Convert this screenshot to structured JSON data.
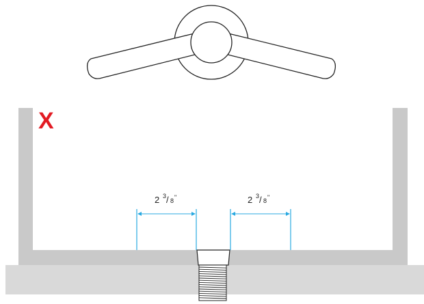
{
  "diagram": {
    "status_mark": "X",
    "dimension_left": {
      "whole": "2",
      "numerator": "3",
      "denominator": "8",
      "unit": "\""
    },
    "dimension_right": {
      "whole": "2",
      "numerator": "3",
      "denominator": "8",
      "unit": "\""
    }
  },
  "colors": {
    "status_mark": "#e21b23",
    "dimension_line": "#29a9e1",
    "wall": "#c9c9c9",
    "countertop": "#d9d9d9",
    "outline": "#222222",
    "background": "#ffffff"
  },
  "icons": [
    "faucet-handle-icon",
    "faucet-hub-icon",
    "threaded-shank-icon"
  ]
}
